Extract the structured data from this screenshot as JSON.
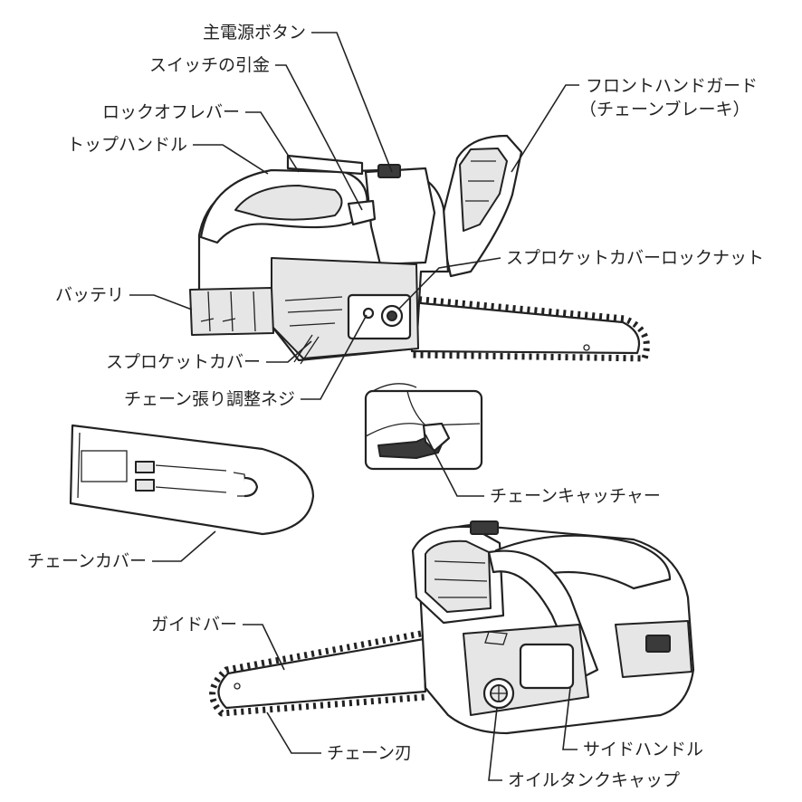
{
  "labels": {
    "main_power_button": "主電源ボタン",
    "switch_trigger": "スイッチの引金",
    "lock_off_lever": "ロックオフレバー",
    "top_handle": "トップハンドル",
    "front_hand_guard_1": "フロントハンドガード",
    "front_hand_guard_2": "（チェーンブレーキ）",
    "sprocket_cover_lock_nut": "スプロケットカバーロックナット",
    "battery": "バッテリ",
    "sprocket_cover": "スプロケットカバー",
    "chain_tension_screw": "チェーン張り調整ネジ",
    "chain_catcher": "チェーンキャッチャー",
    "chain_cover": "チェーンカバー",
    "guide_bar": "ガイドバー",
    "chain_blade": "チェーン刃",
    "side_handle": "サイドハンドル",
    "oil_tank_cap": "オイルタンクキャップ"
  },
  "icons": {
    "chainsaw_top_view": "chainsaw-illustration",
    "chainsaw_bottom_view": "chainsaw-illustration",
    "chain_cover_shape": "chain-cover-illustration",
    "chain_catcher_detail": "magnified-detail"
  },
  "colors": {
    "line": "#222222",
    "background": "#ffffff"
  }
}
